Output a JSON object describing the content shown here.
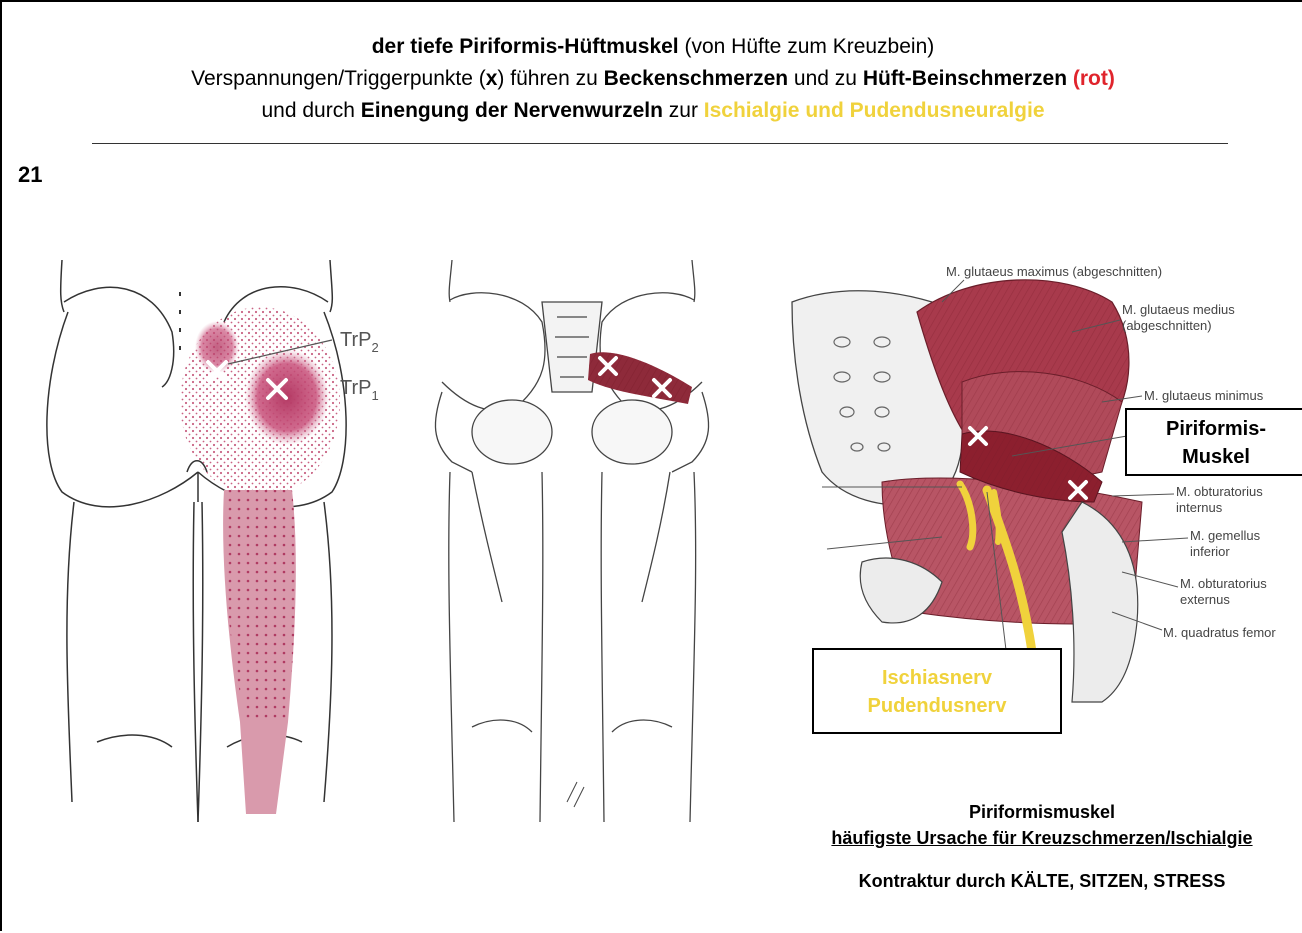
{
  "header": {
    "line1": {
      "bold": "der tiefe Piriformis-Hüftmuskel",
      "rest": " (von Hüfte zum Kreuzbein)"
    },
    "line2": {
      "t1": "Verspannungen/Triggerpunkte (",
      "x": "x",
      "t2": ") führen zu ",
      "b1": "Beckenschmerzen",
      "t3": " und zu ",
      "b2": "Hüft-Beinschmerzen",
      "red": " (rot)"
    },
    "line3": {
      "t1": "und durch ",
      "b1": "Einengung der Nervenwurzeln",
      "t2": " zur ",
      "yellow": "Ischialgie und Pudendusneuralgie"
    }
  },
  "slide_number": "21",
  "trigger_labels": {
    "trp2": "TrP",
    "trp2_sub": "2",
    "trp1": "TrP",
    "trp1_sub": "1"
  },
  "anatomy_labels": {
    "glut_max": "M. glutaeus maximus (abgeschnitten)",
    "glut_med_1": "M. glutaeus medius",
    "glut_med_2": "(abgeschnitten)",
    "glut_min": "M. glutaeus minimus",
    "obt_int_1": "M. obturatorius",
    "obt_int_2": "internus",
    "gem_inf_1": "M. gemellus",
    "gem_inf_2": "inferior",
    "obt_ext_1": "M. obturatorius",
    "obt_ext_2": "externus",
    "quad_fem": "M. quadratus femor"
  },
  "callouts": {
    "piriformis_line1": "Piriformis-",
    "piriformis_line2": "Muskel",
    "nerve_line1": "Ischiasnerv",
    "nerve_line2": "Pudendusnerv"
  },
  "notes": {
    "title": "Piriformismuskel",
    "subtitle": "häufigste Ursache für Kreuzschmerzen/Ischialgie",
    "causes": "Kontraktur durch KÄLTE, SITZEN, STRESS"
  },
  "colors": {
    "pain_red": "#c0476e",
    "nerve_yellow": "#f0d23c",
    "muscle": "#9e2a3a",
    "title_red": "#e0242c"
  }
}
